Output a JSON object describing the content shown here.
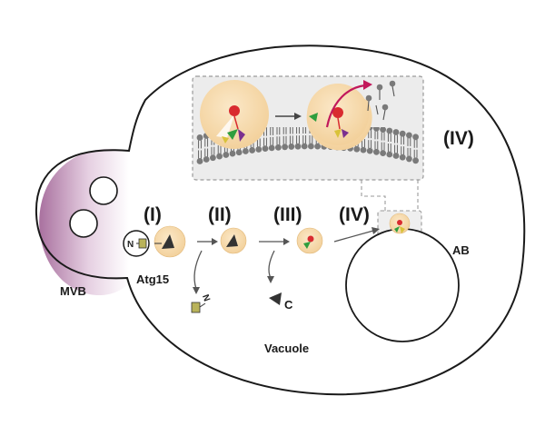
{
  "labels": {
    "mvb": "MVB",
    "atg15": "Atg15",
    "vacuole": "Vacuole",
    "ab": "AB",
    "stage1": "(I)",
    "stage2": "(II)",
    "stage3": "(III)",
    "stage4": "(IV)",
    "stage4_inset": "(IV)",
    "n_terminus": "N",
    "c_fragment": "C"
  },
  "colors": {
    "cell_outline": "#1a1a1a",
    "mvb_fill": "#a9719f",
    "vesicle_fill": "#f7dcb0",
    "red_marker": "#d92b30",
    "arrow_magenta": "#c2185b",
    "membrane_head": "#7a7a7a",
    "olive_cargo": "#b9b35a",
    "green_marker": "#2e9e3e",
    "purple_marker": "#7b2f8f",
    "inset_border": "#9a9a9a"
  },
  "icons": [
    "protein-wedge-icon",
    "n-terminal-fragment-icon",
    "c-terminal-fragment-icon",
    "lipid-bilayer-icon",
    "red-lysis-marker-icon"
  ]
}
